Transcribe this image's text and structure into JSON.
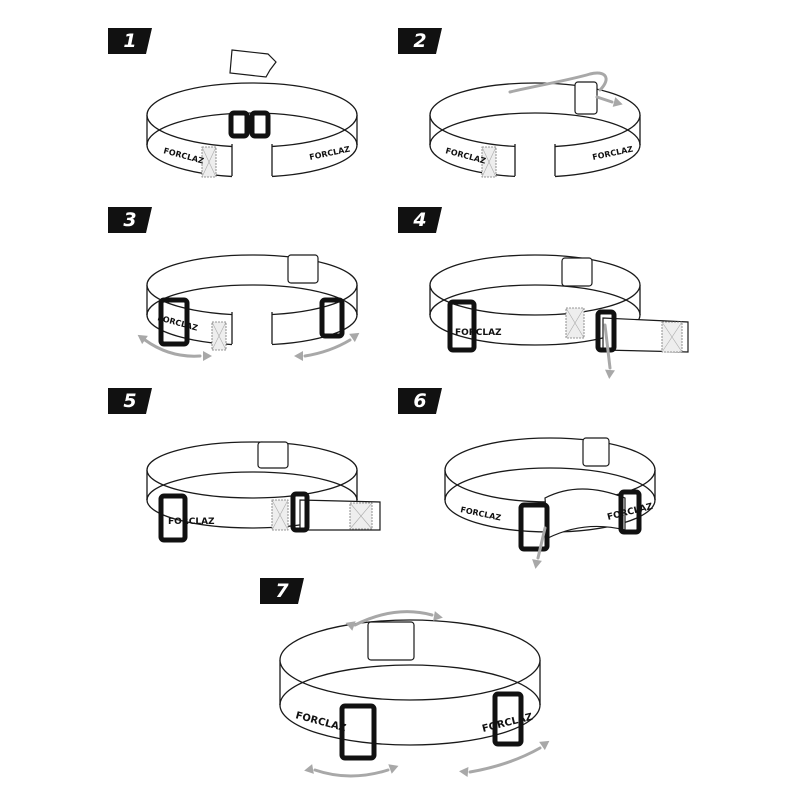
{
  "steps": [
    {
      "number": "1",
      "brand": "FORCLAZ"
    },
    {
      "number": "2",
      "brand": "FORCLAZ"
    },
    {
      "number": "3",
      "brand": "FORCLAZ"
    },
    {
      "number": "4",
      "brand": "FORCLAZ"
    },
    {
      "number": "5",
      "brand": "FORCLAZ"
    },
    {
      "number": "6",
      "brand": "FORCLAZ"
    },
    {
      "number": "7",
      "brand": "FORCLAZ"
    }
  ],
  "colors": {
    "badge": "#111111",
    "line": "#1a1a1a",
    "buckle": "#111111",
    "arrow": "#a8a8a8",
    "band": "#ffffff"
  }
}
